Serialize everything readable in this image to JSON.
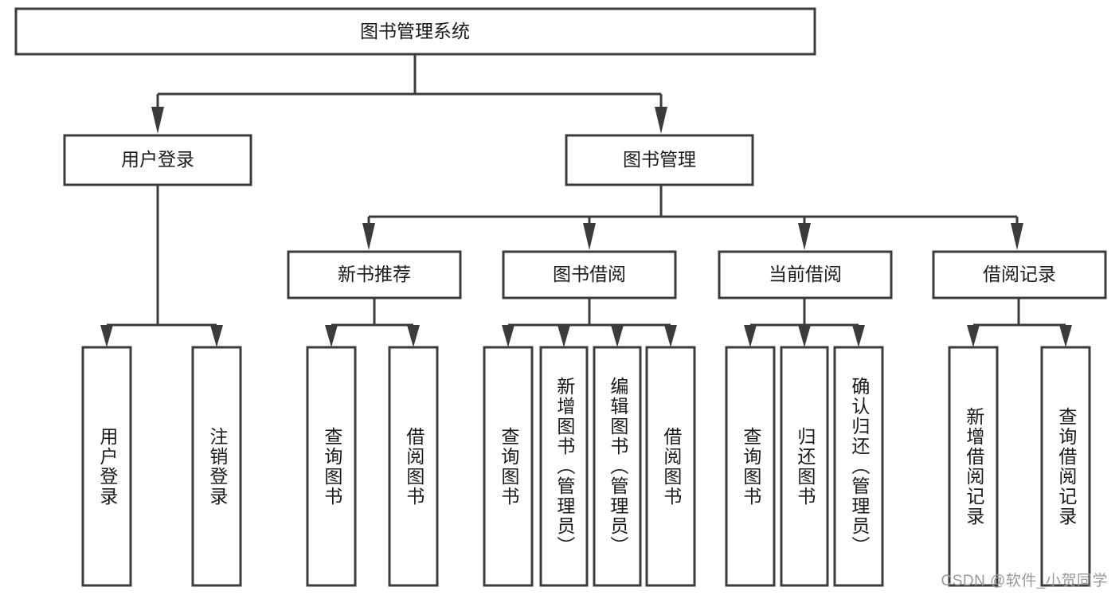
{
  "diagram": {
    "title": "图书管理系统",
    "watermark": "CSDN @软件_小贺同学",
    "colors": {
      "box_stroke": "#3b3b3b",
      "box_fill": "#ffffff",
      "text": "#1a1a1a",
      "background": "#ffffff",
      "watermark": "#9a9a9a"
    },
    "root": {
      "label": "图书管理系统"
    },
    "level2": [
      {
        "label": "用户登录"
      },
      {
        "label": "图书管理"
      }
    ],
    "level3": [
      {
        "label": "新书推荐"
      },
      {
        "label": "图书借阅"
      },
      {
        "label": "当前借阅"
      },
      {
        "label": "借阅记录"
      }
    ],
    "leaves": {
      "user_login": [
        {
          "label": "用户登录"
        },
        {
          "label": "注销登录"
        }
      ],
      "new_book_recommend": [
        {
          "label": "查询图书"
        },
        {
          "label": "借阅图书"
        }
      ],
      "book_borrow": [
        {
          "label": "查询图书"
        },
        {
          "label": "新增图书（管理员）"
        },
        {
          "label": "编辑图书（管理员）"
        },
        {
          "label": "借阅图书"
        }
      ],
      "current_borrow": [
        {
          "label": "查询图书"
        },
        {
          "label": "归还图书"
        },
        {
          "label": "确认归还（管理员）"
        }
      ],
      "borrow_record": [
        {
          "label": "新增借阅记录"
        },
        {
          "label": "查询借阅记录"
        }
      ]
    }
  }
}
